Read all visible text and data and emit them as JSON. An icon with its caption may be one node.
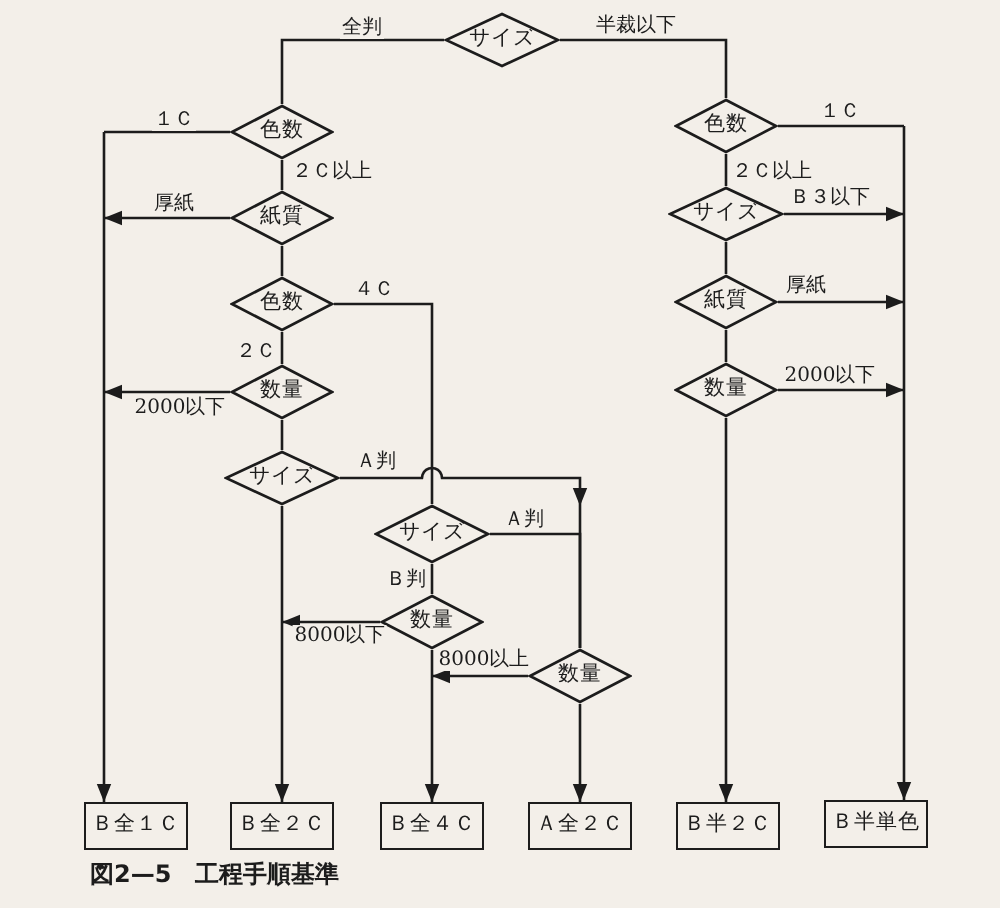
{
  "diagram": {
    "caption": "図2—5　工程手順基準",
    "nodes": [
      {
        "text": [
          "サイズ"
        ]
      },
      {
        "text": [
          "色数"
        ]
      },
      {
        "text": [
          "紙質"
        ]
      },
      {
        "text": [
          "色数"
        ]
      },
      {
        "text": [
          "数量"
        ]
      },
      {
        "text": [
          "サイズ"
        ]
      },
      {
        "text": [
          "サイズ"
        ]
      },
      {
        "text": [
          "数量"
        ]
      },
      {
        "text": [
          "数量"
        ]
      },
      {
        "text": [
          "色数"
        ]
      },
      {
        "text": [
          "サイズ"
        ]
      },
      {
        "text": [
          "紙質"
        ]
      },
      {
        "text": [
          "数量"
        ]
      },
      {
        "text": [
          "Ｂ全１Ｃ"
        ]
      },
      {
        "text": [
          "Ｂ全２Ｃ"
        ]
      },
      {
        "text": [
          "Ｂ全４Ｃ"
        ]
      },
      {
        "text": [
          "Ａ全２Ｃ"
        ]
      },
      {
        "text": [
          "Ｂ半２Ｃ"
        ]
      },
      {
        "text": [
          "Ｂ半単色"
        ]
      }
    ],
    "edges": [
      {
        "from": 0,
        "to": 1,
        "arrow": "none",
        "label": "全判"
      },
      {
        "from": 0,
        "to": 9,
        "arrow": "none",
        "label": "半裁以下"
      },
      {
        "from": 1,
        "to": 13,
        "arrow": "to",
        "label": "１Ｃ"
      },
      {
        "from": 1,
        "to": 2,
        "arrow": "none",
        "label": "２Ｃ以上"
      },
      {
        "from": 2,
        "to": 13,
        "arrow": "to",
        "label": "厚紙"
      },
      {
        "from": 2,
        "to": 3,
        "arrow": "none"
      },
      {
        "from": 3,
        "to": 6,
        "arrow": "none",
        "label": "４Ｃ"
      },
      {
        "from": 3,
        "to": 4,
        "arrow": "none",
        "label": "２Ｃ"
      },
      {
        "from": 4,
        "to": 13,
        "arrow": "to",
        "label": "2000以下"
      },
      {
        "from": 4,
        "to": 5,
        "arrow": "none"
      },
      {
        "from": 5,
        "to": 8,
        "arrow": "to",
        "label": "Ａ判"
      },
      {
        "from": 5,
        "to": 14,
        "arrow": "to"
      },
      {
        "from": 6,
        "to": 8,
        "arrow": "none",
        "label": "Ａ判"
      },
      {
        "from": 6,
        "to": 7,
        "arrow": "none",
        "label": "Ｂ判"
      },
      {
        "from": 7,
        "to": 14,
        "arrow": "to",
        "label": "8000以下"
      },
      {
        "from": 7,
        "to": 15,
        "arrow": "to"
      },
      {
        "from": 8,
        "to": 15,
        "arrow": "to",
        "label": "8000以上"
      },
      {
        "from": 8,
        "to": 16,
        "arrow": "to"
      },
      {
        "from": 9,
        "to": 18,
        "arrow": "to",
        "label": "１Ｃ"
      },
      {
        "from": 9,
        "to": 10,
        "arrow": "none",
        "label": "２Ｃ以上"
      },
      {
        "from": 10,
        "to": 18,
        "arrow": "to",
        "label": "Ｂ３以下"
      },
      {
        "from": 10,
        "to": 11,
        "arrow": "none"
      },
      {
        "from": 11,
        "to": 18,
        "arrow": "to",
        "label": "厚紙"
      },
      {
        "from": 11,
        "to": 12,
        "arrow": "none"
      },
      {
        "from": 12,
        "to": 18,
        "arrow": "to",
        "label": "2000以下"
      },
      {
        "from": 12,
        "to": 17,
        "arrow": "to"
      }
    ]
  }
}
